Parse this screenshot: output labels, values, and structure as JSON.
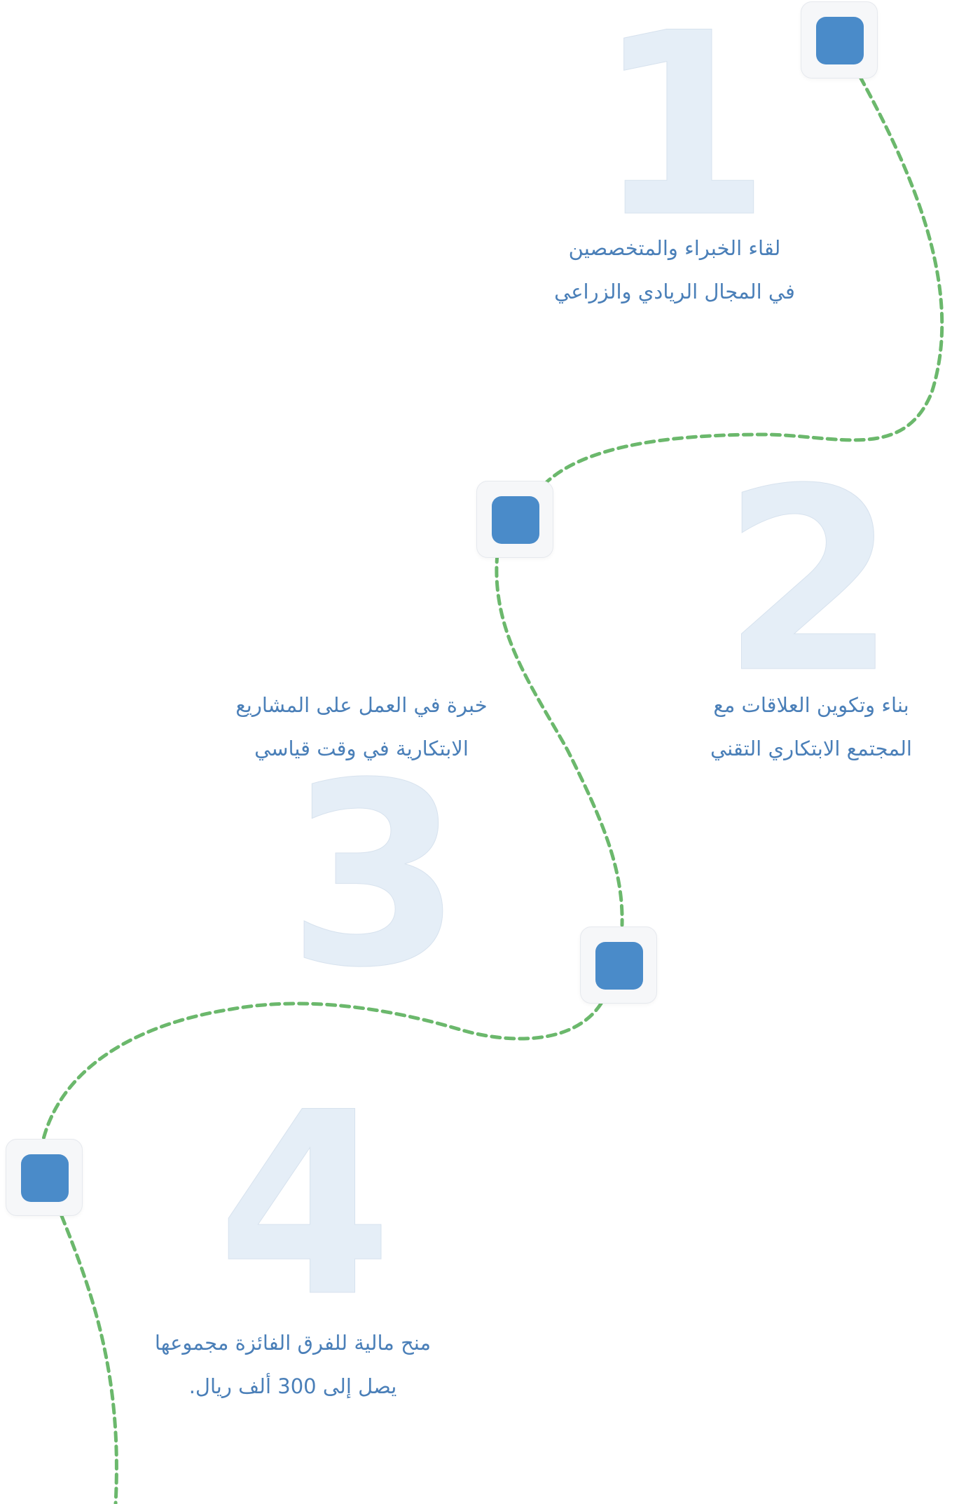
{
  "colors": {
    "accent": "#4a8bc9",
    "text": "#4a7fb8",
    "number": "#e5eef7",
    "path": "#6bb86c",
    "node_bg": "#f6f7f9"
  },
  "steps": [
    {
      "number": "1",
      "line1": "لقاء الخبراء والمتخصصين",
      "line2": "في المجال الريادي والزراعي"
    },
    {
      "number": "2",
      "line1": "بناء وتكوين العلاقات مع",
      "line2": "المجتمع الابتكاري التقني"
    },
    {
      "number": "3",
      "line1": "خبرة في العمل على المشاريع",
      "line2": "الابتكارية في وقت قياسي"
    },
    {
      "number": "4",
      "line1": "منح مالية للفرق الفائزة مجموعها",
      "line2": "يصل إلى 300 ألف ريال."
    }
  ]
}
